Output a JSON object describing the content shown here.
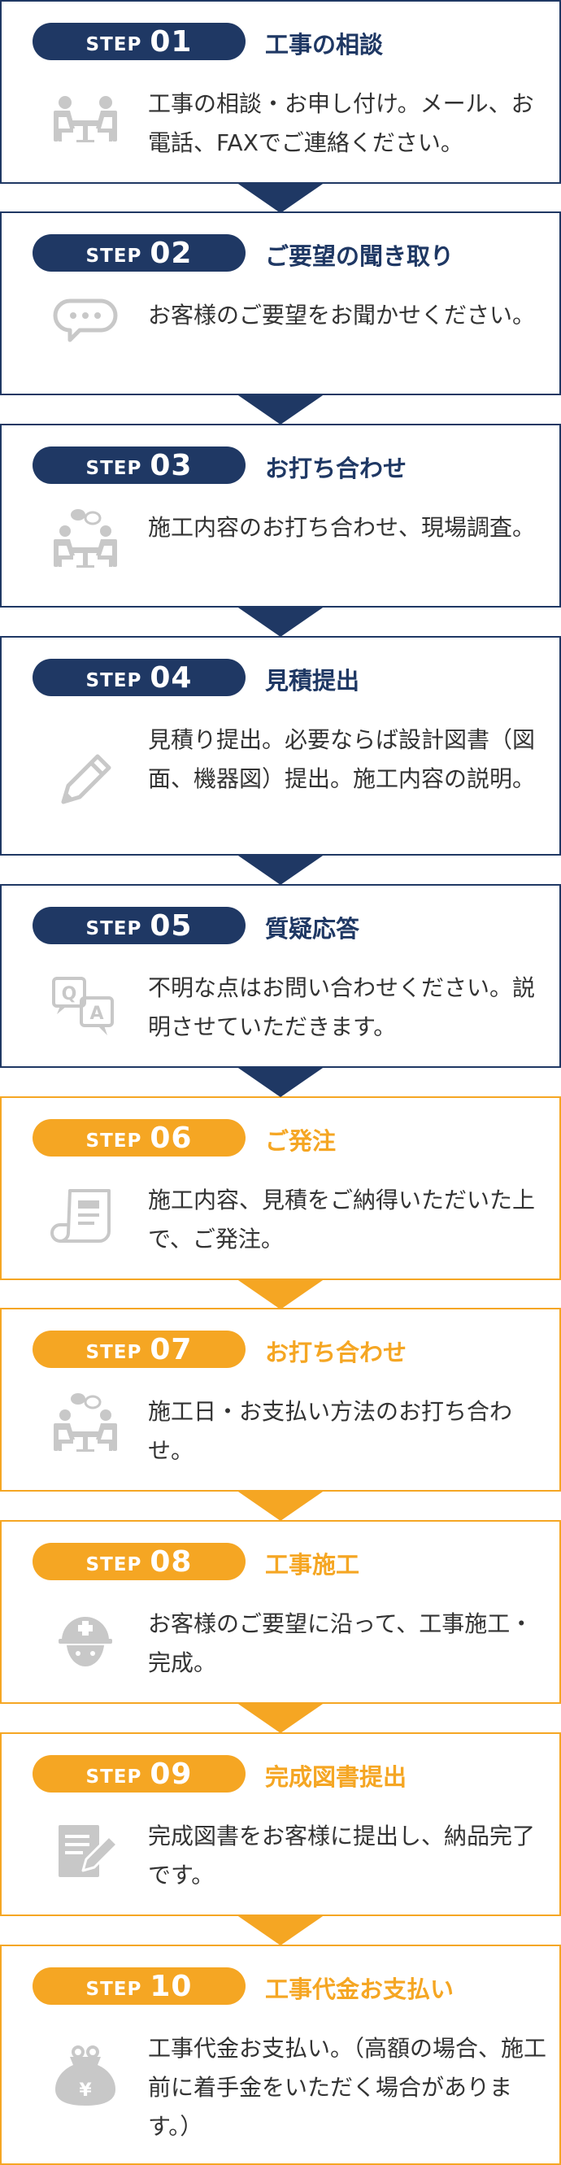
{
  "steps": [
    {
      "label": "STEP",
      "num": "01",
      "title": "工事の相談",
      "desc": "工事の相談・お申し付け。メール、お電話、FAXでご連絡ください。",
      "icon": "meeting-icon",
      "color": "navy"
    },
    {
      "label": "STEP",
      "num": "02",
      "title": "ご要望の聞き取り",
      "desc": "お客様のご要望をお聞かせください。",
      "icon": "speech-bubble-icon",
      "color": "navy"
    },
    {
      "label": "STEP",
      "num": "03",
      "title": "お打ち合わせ",
      "desc": "施工内容のお打ち合わせ、現場調査。",
      "icon": "meeting-talk-icon",
      "color": "navy"
    },
    {
      "label": "STEP",
      "num": "04",
      "title": "見積提出",
      "desc": "見積り提出。必要ならば設計図書（図面、機器図）提出。施工内容の説明。",
      "icon": "pencil-icon",
      "color": "navy"
    },
    {
      "label": "STEP",
      "num": "05",
      "title": "質疑応答",
      "desc": "不明な点はお問い合わせください。説明させていただきます。",
      "icon": "qa-icon",
      "color": "navy"
    },
    {
      "label": "STEP",
      "num": "06",
      "title": "ご発注",
      "desc": "施工内容、見積をご納得いただいた上で、ご発注。",
      "icon": "document-scroll-icon",
      "color": "orange"
    },
    {
      "label": "STEP",
      "num": "07",
      "title": "お打ち合わせ",
      "desc": "施工日・お支払い方法のお打ち合わせ。",
      "icon": "meeting-talk-icon",
      "color": "orange"
    },
    {
      "label": "STEP",
      "num": "08",
      "title": "工事施工",
      "desc": "お客様のご要望に沿って、工事施工・完成。",
      "icon": "helmet-worker-icon",
      "color": "orange"
    },
    {
      "label": "STEP",
      "num": "09",
      "title": "完成図書提出",
      "desc": "完成図書をお客様に提出し、納品完了です。",
      "icon": "document-edit-icon",
      "color": "orange"
    },
    {
      "label": "STEP",
      "num": "10",
      "title": "工事代金お支払い",
      "desc": "工事代金お支払い。（高額の場合、施工前に着手金をいただく場合があります。）",
      "icon": "yen-purse-icon",
      "color": "orange"
    }
  ],
  "colors": {
    "navy": "#1f3864",
    "orange": "#f5a623",
    "icon_gray": "#c8c8c8",
    "text": "#333333"
  }
}
